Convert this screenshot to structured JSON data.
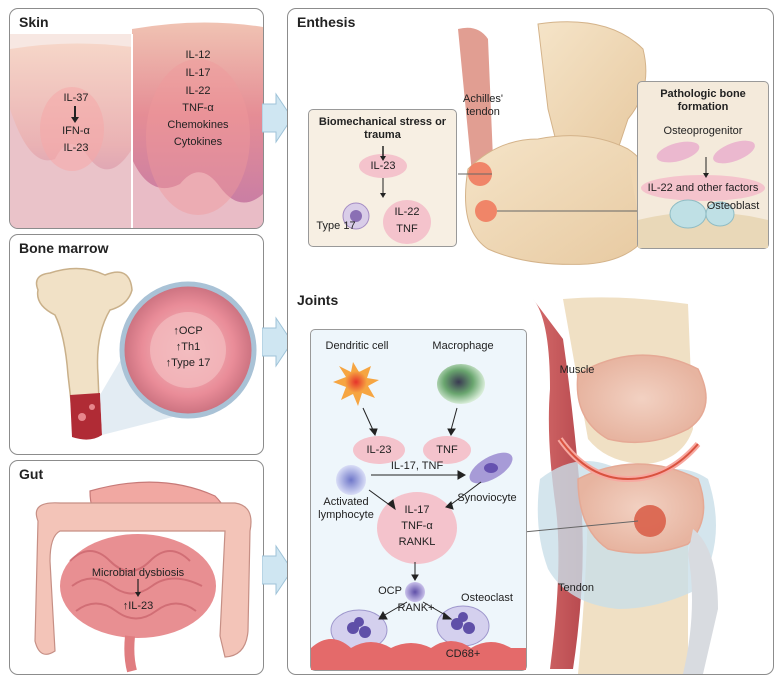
{
  "colors": {
    "panel_border": "#8c8c8c",
    "arrow_fill": "#cfe6f2",
    "cytokine_bubble": "#f4c3cc",
    "tissue_pink": "#f1b9b4",
    "bone": "#f2dfc3",
    "inset_bg": "#f4eadb"
  },
  "skin": {
    "title": "Skin",
    "left_stack": [
      "IL-37",
      "IFN-α",
      "IL-23"
    ],
    "right_stack": [
      "IL-12",
      "IL-17",
      "IL-22",
      "TNF-α",
      "Chemokines",
      "Cytokines"
    ]
  },
  "bone_marrow": {
    "title": "Bone marrow",
    "circle_text": [
      "↑OCP",
      "↑Th1",
      "↑Type 17"
    ]
  },
  "gut": {
    "title": "Gut",
    "line1": "Microbial dysbiosis",
    "line2": "↑IL-23"
  },
  "enthesis": {
    "title": "Enthesis",
    "achilles": "Achilles' tendon",
    "stress_box": {
      "title": "Biomechanical stress or trauma",
      "il23": "IL-23",
      "type17": "Type 17",
      "il22": "IL-22",
      "tnf": "TNF"
    },
    "path_box": {
      "title": "Pathologic bone formation",
      "osteoprogenitor": "Osteoprogenitor",
      "factors": "IL-22 and other factors",
      "osteoblast": "Osteoblast"
    }
  },
  "joints": {
    "title": "Joints",
    "dendritic": "Dendritic cell",
    "macrophage": "Macrophage",
    "il23": "IL-23",
    "tnf": "TNF",
    "il17tnf": "IL-17, TNF",
    "activated": "Activated lymphocyte",
    "synoviocyte": "Synoviocyte",
    "center_stack": [
      "IL-17",
      "TNF-α",
      "RANKL"
    ],
    "ocp": "OCP",
    "rank": "RANK+",
    "osteoclast": "Osteoclast",
    "cd68": "CD68+",
    "muscle": "Muscle",
    "tendon": "Tendon"
  }
}
